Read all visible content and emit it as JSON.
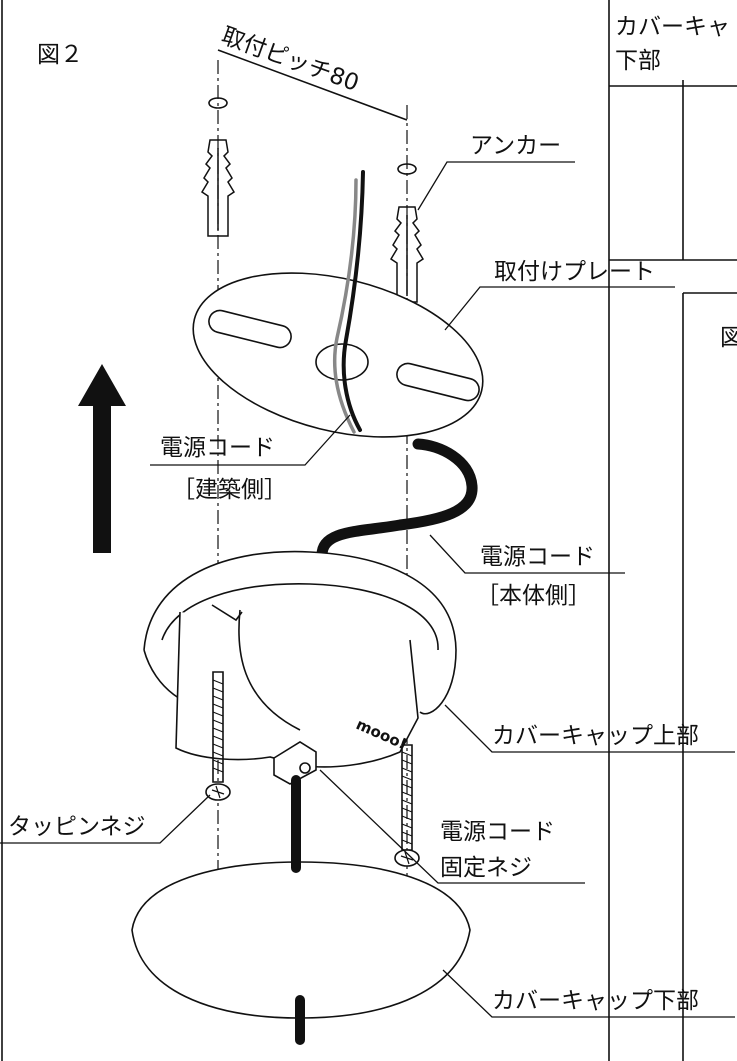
{
  "figure": {
    "number_label": "図２",
    "right_clip_label": "図"
  },
  "dimension": {
    "pitch_label": "取付ピッチ80"
  },
  "labels": {
    "anchor": "アンカー",
    "mounting_plate": "取付けプレート",
    "power_cord_building_line1": "電源コード",
    "power_cord_building_line2": "［建築側］",
    "power_cord_body_line1": "電源コード",
    "power_cord_body_line2": "［本体側］",
    "cover_cap_top": "カバーキャップ上部",
    "tapping_screw": "タッピンネジ",
    "cord_fixing_screw_line1": "電源コード",
    "cord_fixing_screw_line2": "固定ネジ",
    "cover_cap_bottom": "カバーキャップ下部",
    "right_panel_line1": "カバーキャ",
    "right_panel_line2": "下部"
  },
  "colors": {
    "stroke": "#111111",
    "arrow": "#111111",
    "background": "#ffffff",
    "gray_wire": "#888888"
  },
  "icons": {
    "direction": "up-arrow-icon",
    "anchor": "wall-anchor-icon",
    "screw": "screw-icon"
  },
  "brand": {
    "logo_text": "mooo!"
  }
}
